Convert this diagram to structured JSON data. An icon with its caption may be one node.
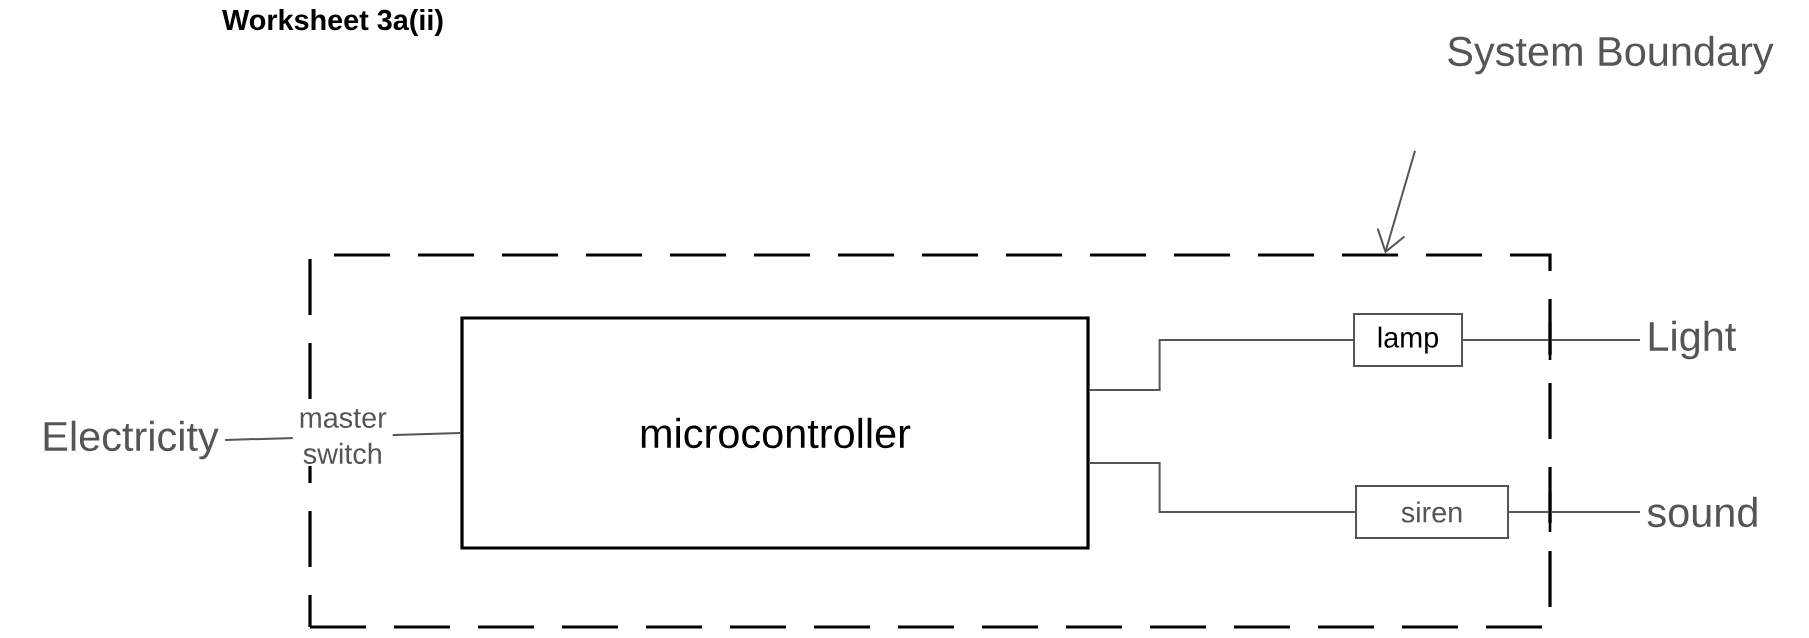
{
  "diagram": {
    "title": "Worksheet 3a(ii)",
    "nodes": [
      {
        "text": [
          "Electricity"
        ]
      },
      {
        "text": [],
        "shape": "box"
      },
      {
        "text": [
          "microcontroller"
        ],
        "in": 1
      },
      {
        "text": [
          "lamp"
        ],
        "in": 1
      },
      {
        "text": [
          "siren"
        ],
        "in": 1
      },
      {
        "text": [
          "Light"
        ]
      },
      {
        "text": [
          "sound"
        ]
      },
      {
        "text": [
          "System Boundary"
        ]
      }
    ],
    "edges": [
      {
        "from": 0,
        "to": 2,
        "arrow": "none",
        "label": "master switch"
      },
      {
        "from": 2,
        "to": 3,
        "arrow": "none"
      },
      {
        "from": 2,
        "to": 4,
        "arrow": "none"
      },
      {
        "from": 3,
        "to": 5,
        "arrow": "none"
      },
      {
        "from": 4,
        "to": 6,
        "arrow": "none"
      },
      {
        "from": 7,
        "to": 1,
        "arrow": "to"
      }
    ]
  }
}
